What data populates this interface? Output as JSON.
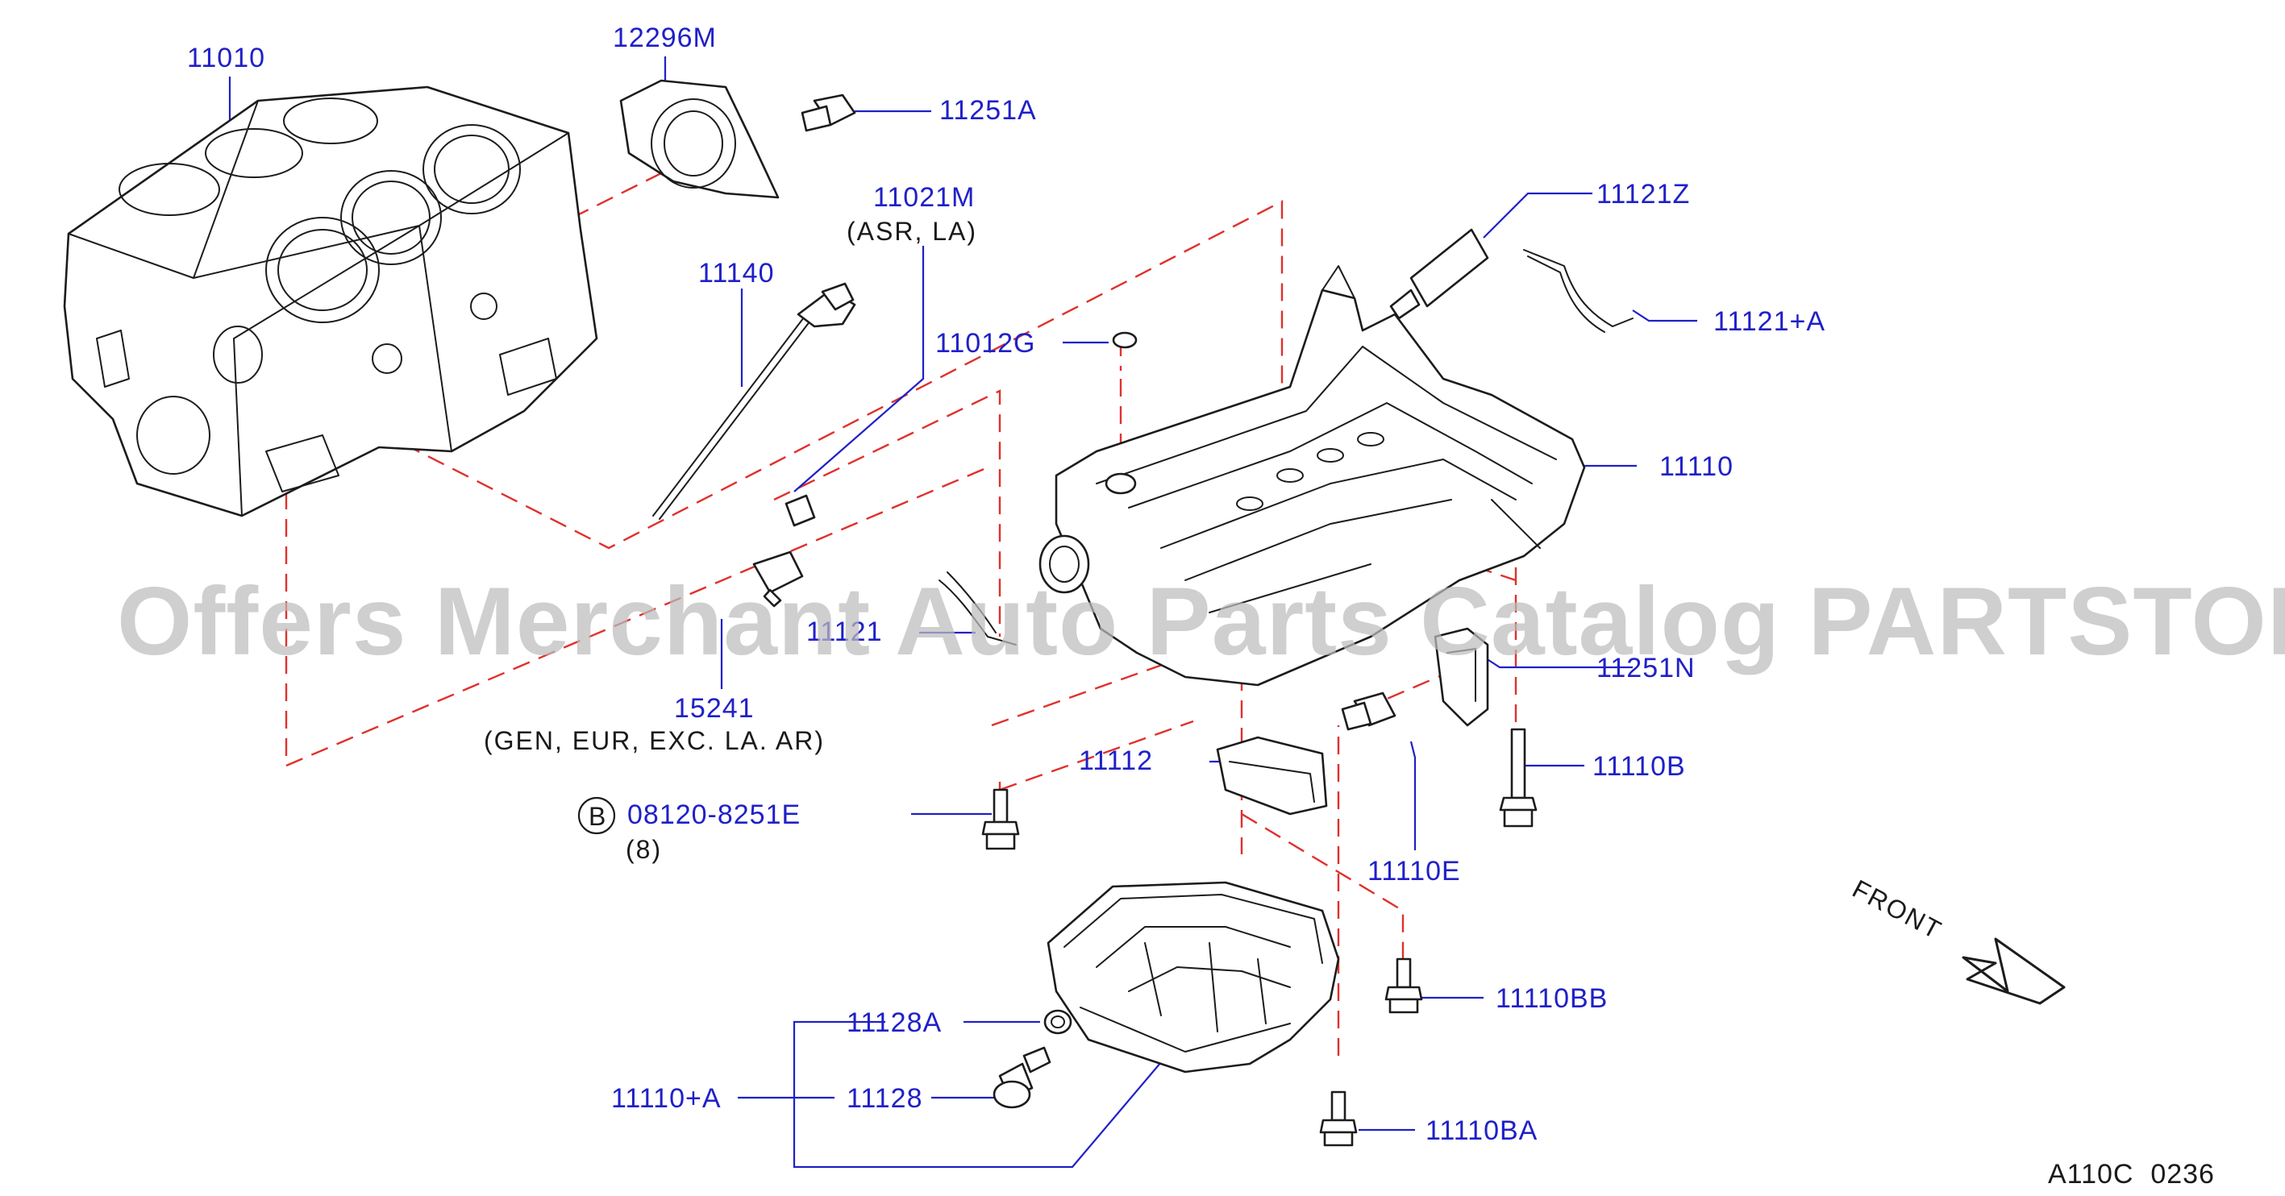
{
  "diagram": {
    "callouts": [
      {
        "id": "11010",
        "text": "11010"
      },
      {
        "id": "12296M",
        "text": "12296M"
      },
      {
        "id": "11251A",
        "text": "11251A"
      },
      {
        "id": "11021M",
        "text": "11021M"
      },
      {
        "id": "11140",
        "text": "11140"
      },
      {
        "id": "11012G",
        "text": "11012G"
      },
      {
        "id": "11121Z",
        "text": "11121Z"
      },
      {
        "id": "11121A",
        "text": "11121+A"
      },
      {
        "id": "11110",
        "text": "11110"
      },
      {
        "id": "11121",
        "text": "11121"
      },
      {
        "id": "15241",
        "text": "15241"
      },
      {
        "id": "11251N",
        "text": "11251N"
      },
      {
        "id": "11112",
        "text": "11112"
      },
      {
        "id": "11110B",
        "text": "11110B"
      },
      {
        "id": "08120",
        "text": "08120-8251E"
      },
      {
        "id": "11110E",
        "text": "11110E"
      },
      {
        "id": "11110BB",
        "text": "11110BB"
      },
      {
        "id": "11128A",
        "text": "11128A"
      },
      {
        "id": "11110A",
        "text": "11110+A"
      },
      {
        "id": "11128",
        "text": "11128"
      },
      {
        "id": "11110BA",
        "text": "11110BA"
      }
    ],
    "notes": {
      "asr_la": "(ASR,  LA)",
      "gen_eur": "(GEN,  EUR,  EXC.  LA.  AR)",
      "qty": "(8)"
    },
    "bolt_symbol": "B",
    "front_label": "FRONT",
    "reference_code": "A110C  0236",
    "watermark": "Offers Merchant Auto Parts Catalog PARTSTORE.SA",
    "colors": {
      "callout": "#2020c8",
      "assembly_line": "#e0302c",
      "linework": "#1c1c1c",
      "watermark": "#bdbdbd"
    }
  }
}
